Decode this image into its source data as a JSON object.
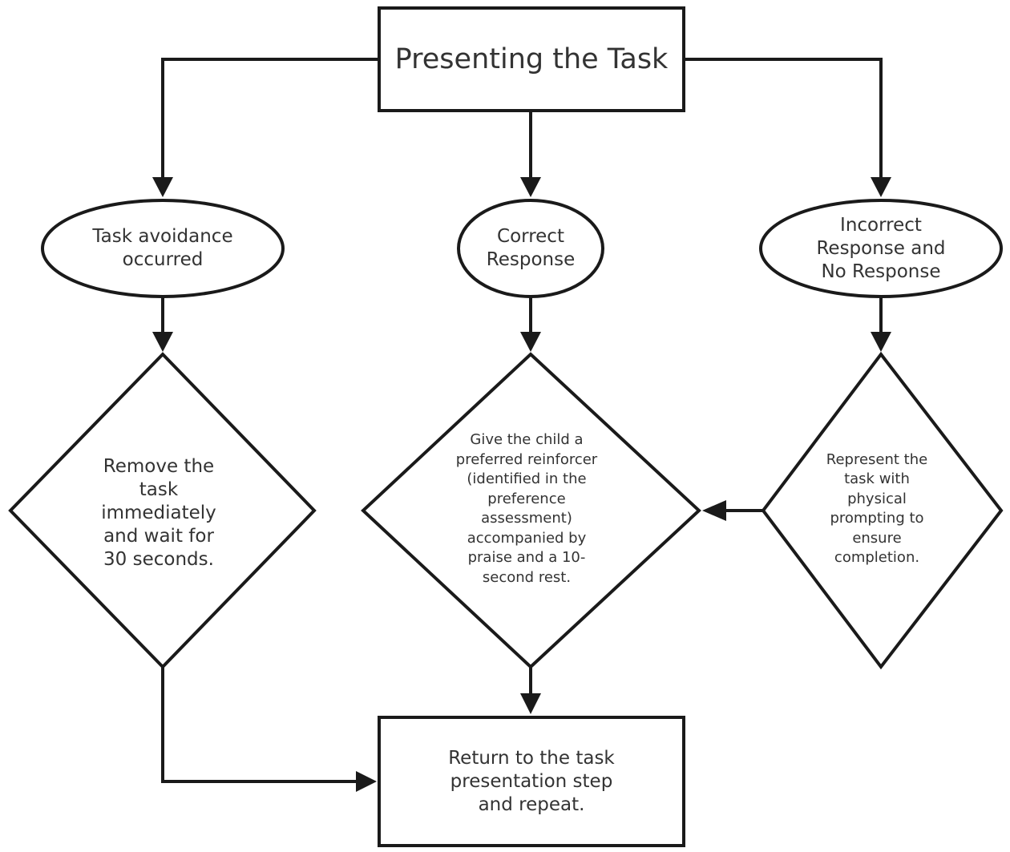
{
  "nodes": {
    "start": "Presenting the Task",
    "avoidance": "Task avoidance\noccurred",
    "correct": "Correct\nResponse",
    "incorrect": "Incorrect\nResponse and\nNo Response",
    "remove": "Remove the\ntask\nimmediately\nand wait for\n30 seconds.",
    "reinforce": "Give the child a\npreferred reinforcer\n(identified in the\npreference\nassessment)\naccompanied by\npraise and a 10-\nsecond rest.",
    "represent": "Represent the\ntask with\nphysical\nprompting to\nensure\ncompletion.",
    "return": "Return to the task\npresentation step\nand repeat."
  },
  "colors": {
    "stroke": "#1a1a1a",
    "text": "#333333",
    "background": "#ffffff"
  }
}
